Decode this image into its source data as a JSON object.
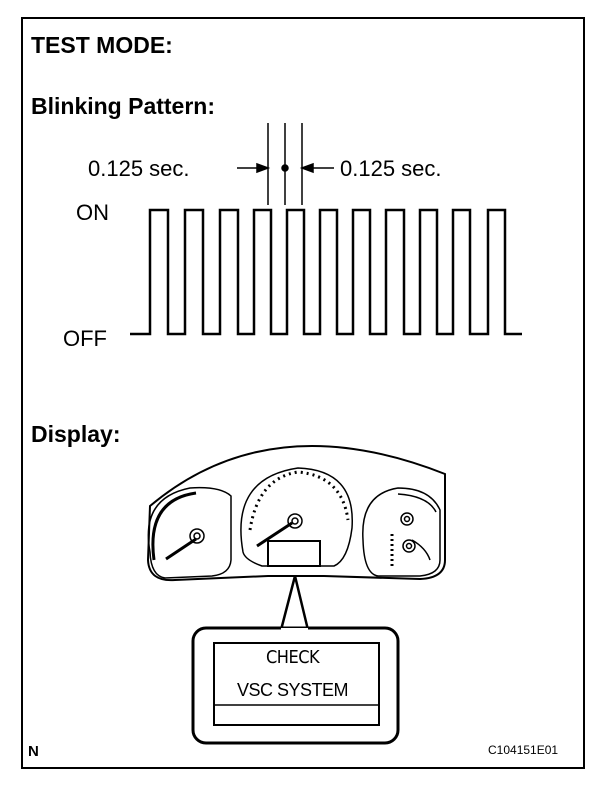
{
  "heading_test_mode": "TEST MODE:",
  "heading_blinking": "Blinking Pattern:",
  "interval_left": "0.125 sec.",
  "interval_right": "0.125 sec.",
  "level_on": "ON",
  "level_off": "OFF",
  "heading_display": "Display:",
  "display_line1": "CHECK",
  "display_line2": "VSC SYSTEM",
  "corner_letter": "N",
  "figure_code": "C104151E01"
}
